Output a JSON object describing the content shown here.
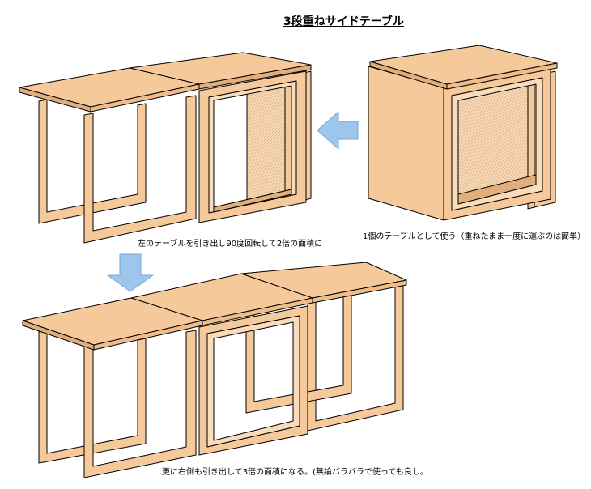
{
  "title": "3段重ねサイドテーブル",
  "captions": {
    "two_tables": "左のテーブルを引き出し90度回転して2倍の面積に",
    "single_table": "1個のテーブルとして使う（重ねたまま一度に運ぶのは簡単）",
    "three_tables": "更に右側も引き出して3倍の面積になる。(無論バラバラで使っても良し。"
  },
  "colors": {
    "wood": "#f5c99a",
    "wood_light": "#f9dcbc",
    "wood_dark": "#e2ae7c",
    "outline": "#000000",
    "arrow": "#9cc6ee"
  }
}
